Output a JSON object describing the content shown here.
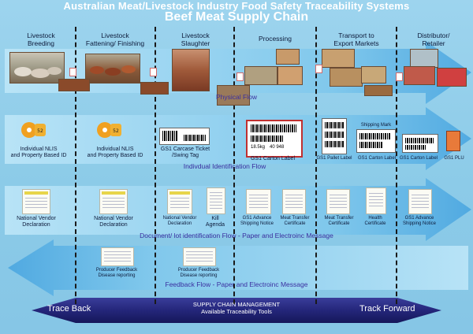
{
  "header": {
    "title": "Australian Meat/Livestock Industry Food Safety Traceability Systems",
    "subtitle": "Beef Meat Supply Chain"
  },
  "stages": [
    {
      "line1": "Livestock",
      "line2": "Breeding"
    },
    {
      "line1": "Livestock",
      "line2": "Fattening/ Finishing"
    },
    {
      "line1": "Livestock",
      "line2": "Slaughter"
    },
    {
      "line1": "Processing",
      "line2": ""
    },
    {
      "line1": "Transport to",
      "line2": "Export Markets"
    },
    {
      "line1": "Distributor/",
      "line2": "Retailer"
    }
  ],
  "flows": {
    "physical": "Physical Flow",
    "identification": "Indivdual Identification Flow",
    "document": "Document/ lot identification Flow - Paper and Electroinc Message",
    "feedback": "Feedback Flow - Paper and Electroinc Message"
  },
  "id_items": {
    "nlis1": {
      "line1": "Individual NLIS",
      "line2": "and Property Based ID"
    },
    "nlis2": {
      "line1": "Individual NLIS",
      "line2": "and Property Based ID"
    },
    "carcase": {
      "line1": "GS1 Carcase Ticket",
      "line2": "/Swing Tag"
    },
    "carton1": "GS1 Carton Label",
    "shipping_mark": "Shipping Mark",
    "pallet": "GS1 Pallet Label",
    "carton2": "GS1 Carton Label",
    "carton3": "GS1 Carton Label",
    "plu": "GS1 PLU",
    "carton_weight": "18.5kg",
    "carton_code": "40 948"
  },
  "doc_items": {
    "nvd1": {
      "line1": "National Vendor",
      "line2": "Declaration"
    },
    "nvd2": {
      "line1": "National Vendor",
      "line2": "Declaration"
    },
    "nvd3": {
      "line1": "National Vendor",
      "line2": "Declaration"
    },
    "kill": {
      "line1": "Kill",
      "line2": "Agenda"
    },
    "asn1": {
      "line1": "GS1 Advance",
      "line2": "Shipping Notice"
    },
    "mtc1": {
      "line1": "Meat Transfer",
      "line2": "Certificate"
    },
    "mtc2": {
      "line1": "Meat Transfer",
      "line2": "Certificate"
    },
    "health": {
      "line1": "Health",
      "line2": "Certificate"
    },
    "asn2": {
      "line1": "GS1 Advance",
      "line2": "Shipping Notice"
    }
  },
  "feedback_items": {
    "pf1": {
      "line1": "Producer Feedback",
      "line2": "Disease reporting"
    },
    "pf2": {
      "line1": "Producer Feedback",
      "line2": "Disease reporting"
    }
  },
  "bottom": {
    "trace_back": "Trace Back",
    "track_forward": "Track Forward",
    "scm_line1": "SUPPLY CHAIN MANAGEMENT",
    "scm_line2": "Available Traceability Tools"
  }
}
